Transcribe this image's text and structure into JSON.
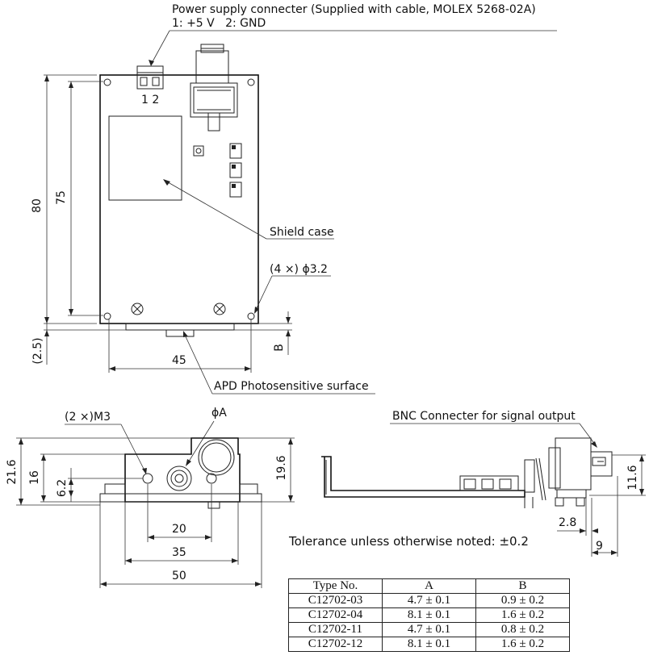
{
  "top_view": {
    "power_connector_label": "Power supply connecter (Supplied with cable, MOLEX 5268-02A)",
    "pin_assignment": "1: +5 V   2: GND",
    "pin_numbers": "1 2",
    "shield_case_label": "Shield case",
    "hole_label": "(4 ×) ϕ3.2",
    "apd_label": "APD Photosensitive surface",
    "dim_80": "80",
    "dim_75": "75",
    "dim_2_5": "(2.5)",
    "dim_45": "45",
    "dim_B": "B"
  },
  "front_view": {
    "m3_label": "(2 ×)M3",
    "phiA_label": "ϕA",
    "dim_21_6": "21.6",
    "dim_16": "16",
    "dim_6_2": "6.2",
    "dim_19_6": "19.6",
    "dim_20": "20",
    "dim_35": "35",
    "dim_50": "50"
  },
  "side_view": {
    "bnc_label": "BNC Connecter for signal output",
    "dim_11_6": "11.6",
    "dim_2_8": "2.8",
    "dim_9": "9"
  },
  "tolerance_note": "Tolerance unless otherwise noted: ±0.2",
  "type_table": {
    "headers": [
      "Type No.",
      "A",
      "B"
    ],
    "rows": [
      [
        "C12702-03",
        "4.7 ± 0.1",
        "0.9 ± 0.2"
      ],
      [
        "C12702-04",
        "8.1 ± 0.1",
        "1.6 ± 0.2"
      ],
      [
        "C12702-11",
        "4.7 ± 0.1",
        "0.8 ± 0.2"
      ],
      [
        "C12702-12",
        "8.1 ± 0.1",
        "1.6 ± 0.2"
      ]
    ]
  }
}
